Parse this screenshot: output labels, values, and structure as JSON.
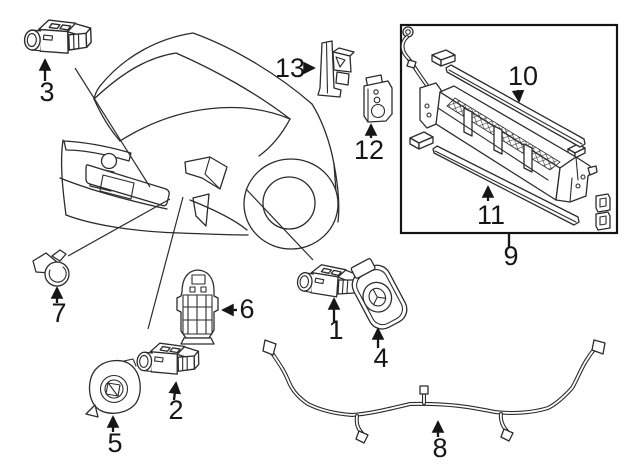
{
  "diagram": {
    "kind": "automotive-parts-exploded-diagram",
    "background": "#ffffff",
    "line_color": "#2e2b2b",
    "box_border_color": "#141414",
    "label_color": "#161616",
    "callouts": [
      {
        "label": "1"
      },
      {
        "label": "2"
      },
      {
        "label": "3"
      },
      {
        "label": "4"
      },
      {
        "label": "5"
      },
      {
        "label": "6"
      },
      {
        "label": "7"
      },
      {
        "label": "8"
      },
      {
        "label": "9"
      },
      {
        "label": "10"
      },
      {
        "label": "11"
      },
      {
        "label": "12"
      },
      {
        "label": "13"
      }
    ]
  }
}
